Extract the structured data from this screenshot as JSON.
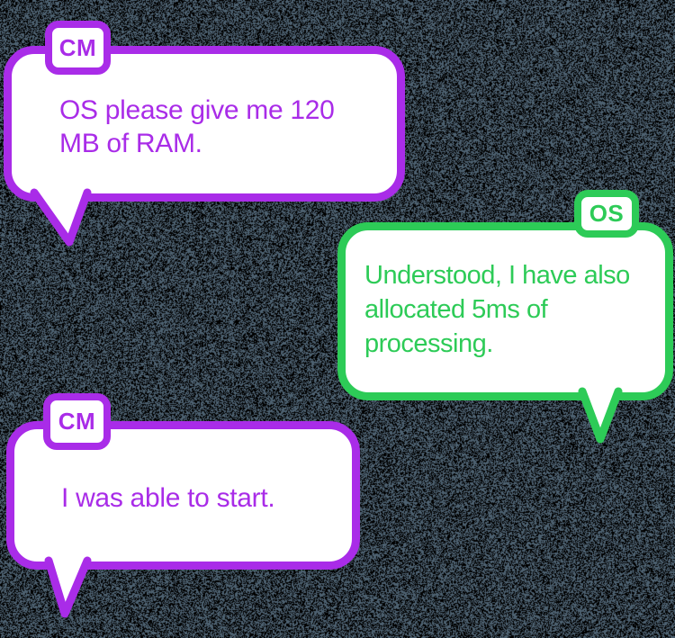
{
  "conversation": {
    "bubbles": [
      {
        "speaker": "CM",
        "role": "cm",
        "text": "OS please give me 120\nMB of RAM."
      },
      {
        "speaker": "OS",
        "role": "os",
        "text": "Understood, I have also\nallocated 5ms of\nprocessing."
      },
      {
        "speaker": "CM",
        "role": "cm",
        "text": "I was able to start."
      }
    ]
  },
  "colors": {
    "cm": "#a92ce8",
    "os": "#2dcb57",
    "bubble_fill": "#ffffff"
  },
  "background": {
    "noise_dark": "#000000",
    "noise_light": "#4d6170"
  }
}
